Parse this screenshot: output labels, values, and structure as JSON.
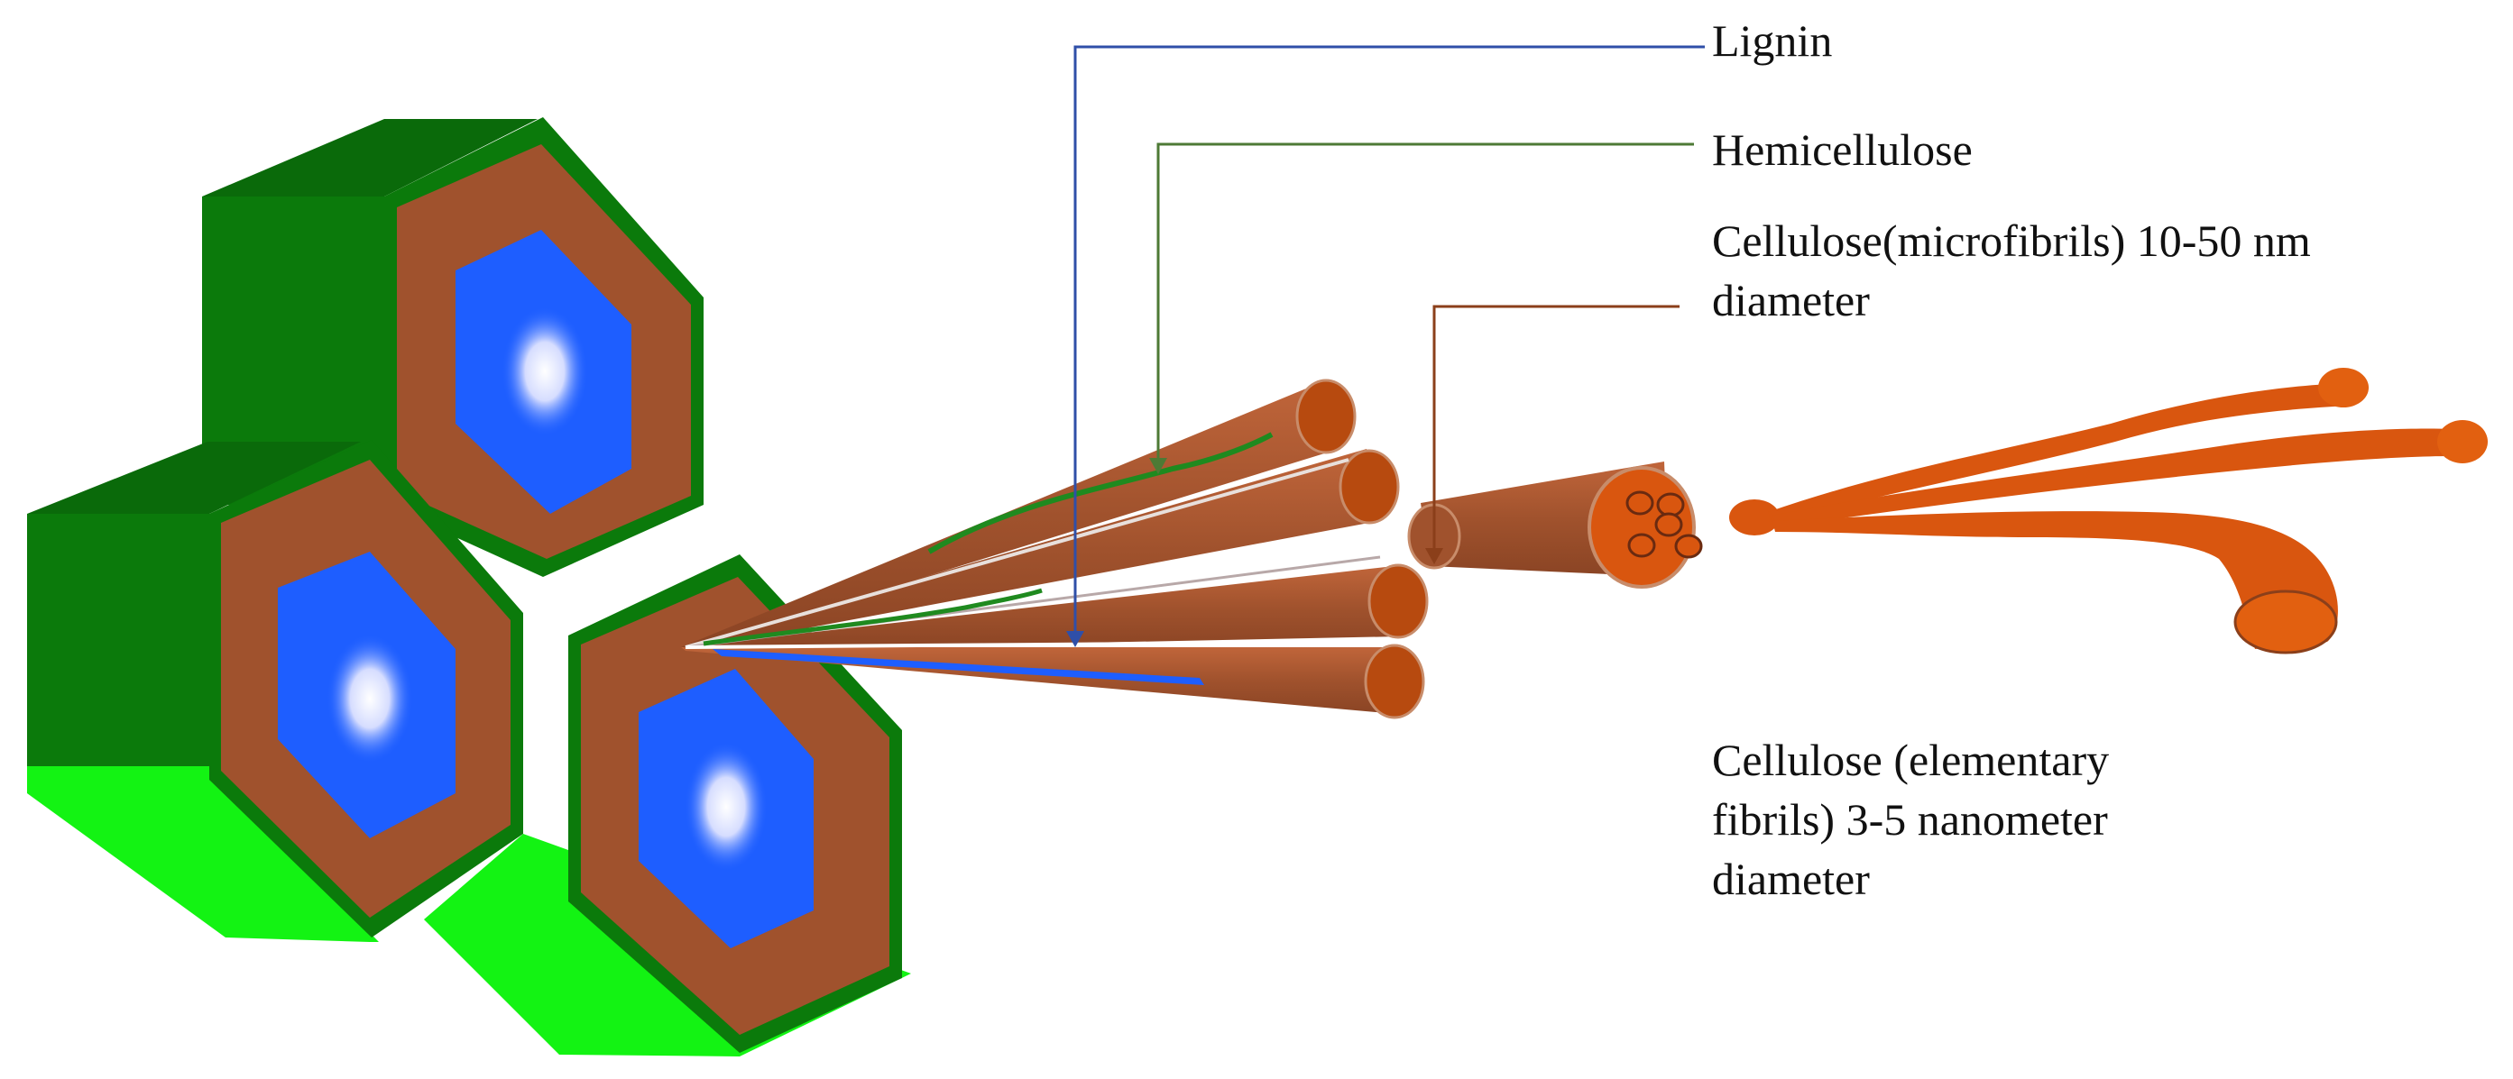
{
  "labels": {
    "lignin": "Lignin",
    "hemicellulose": "Hemicellulose",
    "microfibrils": [
      "Cellulose(microfibrils) 10-50 nm",
      "diameter"
    ],
    "elementary_fibrils": [
      "Cellulose (elementary",
      "fibrils) 3-5 nanometer",
      "diameter"
    ]
  },
  "colors": {
    "cell_wall_dark_green": "#0b7a0b",
    "cell_wall_top_green": "#0a6a0a",
    "cell_wall_bottom_green": "#13f313",
    "brown_layer": "#a0522d",
    "lumen_blue": "#1e5eff",
    "fibril_orange": "#d9560f",
    "lignin_line": "#2f4fa8",
    "hemicellulose_line": "#4d7a35",
    "cellulose_line": "#8b3f1a"
  }
}
